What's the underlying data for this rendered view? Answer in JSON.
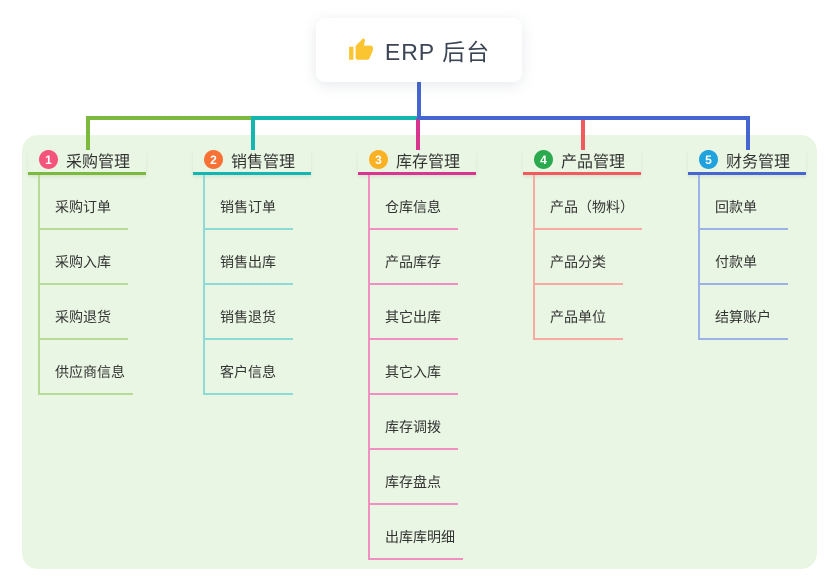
{
  "root": {
    "title": "ERP 后台",
    "icon": "thumbs-up-icon",
    "icon_color": "#fbc431"
  },
  "branches": [
    {
      "badge": "1",
      "badge_color": "#f4537b",
      "title": "采购管理",
      "line_color": "#7cb93f",
      "child_line_color": "#b7db94",
      "children": [
        "采购订单",
        "采购入库",
        "采购退货",
        "供应商信息"
      ]
    },
    {
      "badge": "2",
      "badge_color": "#f77234",
      "title": "销售管理",
      "line_color": "#13b6b0",
      "child_line_color": "#8cdcd5",
      "children": [
        "销售订单",
        "销售出库",
        "销售退货",
        "客户信息"
      ]
    },
    {
      "badge": "3",
      "badge_color": "#fbb124",
      "title": "库存管理",
      "line_color": "#d93490",
      "child_line_color": "#f28fc2",
      "children": [
        "仓库信息",
        "产品库存",
        "其它出库",
        "其它入库",
        "库存调拨",
        "库存盘点",
        "出库库明细"
      ]
    },
    {
      "badge": "4",
      "badge_color": "#2aa94f",
      "title": "产品管理",
      "line_color": "#f25b5e",
      "child_line_color": "#f8a9a3",
      "children": [
        "产品（物料）",
        "产品分类",
        "产品单位"
      ]
    },
    {
      "badge": "5",
      "badge_color": "#1fa2dd",
      "title": "财务管理",
      "line_color": "#4566d1",
      "child_line_color": "#9db2e7",
      "children": [
        "回款单",
        "付款单",
        "结算账户"
      ]
    }
  ],
  "colors": {
    "panel_background": "#e9f6e3",
    "root_stem": "#4566d1",
    "root_title_text": "#3c4555",
    "node_text": "#333333"
  }
}
